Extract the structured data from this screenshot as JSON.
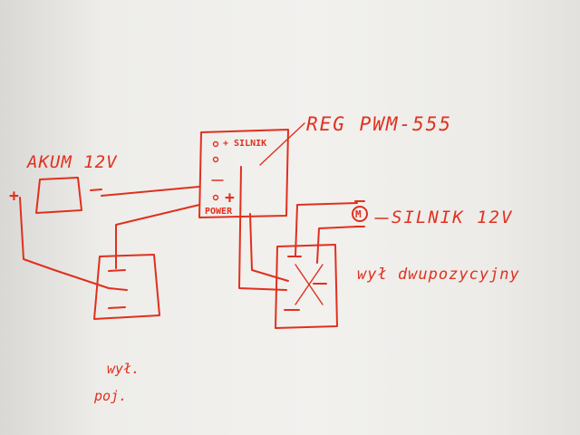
{
  "diagram": {
    "ink_color": "#e0301e",
    "paper_color": "#f0efec",
    "labels": {
      "regulator": "REG PWM-555",
      "battery": "AKUM 12V",
      "motor": "SILNIK 12V",
      "reversing_switch": "wył dwupozycyjny",
      "onoff_switch_line1": "wył.",
      "onoff_switch_line2": "poj."
    },
    "terminals": {
      "motor_plus": "+ SILNIK",
      "power": "POWER",
      "power_plus": "+",
      "minus": "-",
      "battery_plus": "+",
      "battery_minus": "-",
      "motor_symbol": "M"
    }
  }
}
